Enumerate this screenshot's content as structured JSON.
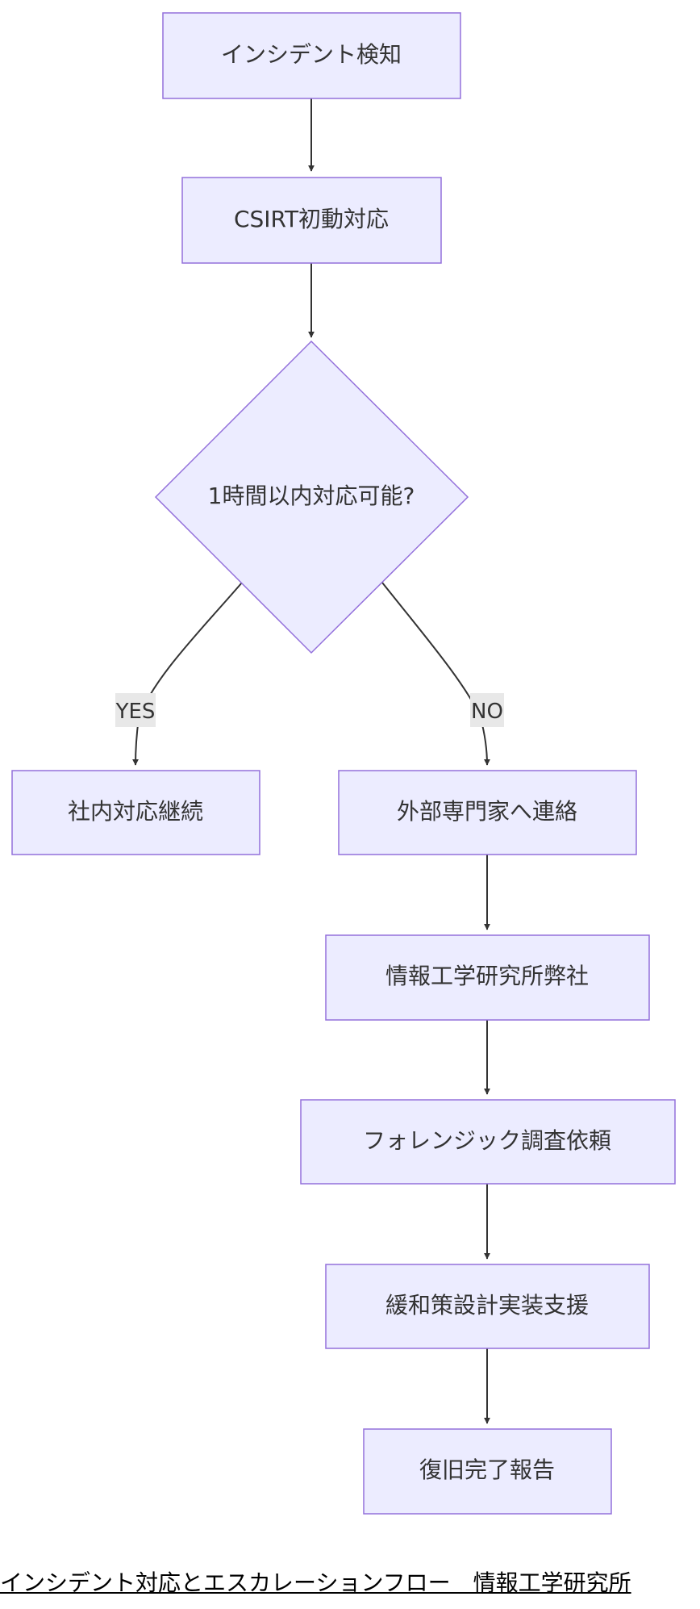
{
  "nodes": {
    "detect": "インシデント検知",
    "csirt": "CSIRT初動対応",
    "decision": "1時間以内対応可能?",
    "internal": "社内対応継続",
    "external": "外部専門家へ連絡",
    "lab": "情報工学研究所弊社",
    "forensic": "フォレンジック調査依頼",
    "mitigation": "緩和策設計実装支援",
    "report": "復旧完了報告"
  },
  "edges": {
    "yes": "YES",
    "no": "NO"
  },
  "caption": "インシデント対応とエスカレーションフロー　情報工学研究所"
}
